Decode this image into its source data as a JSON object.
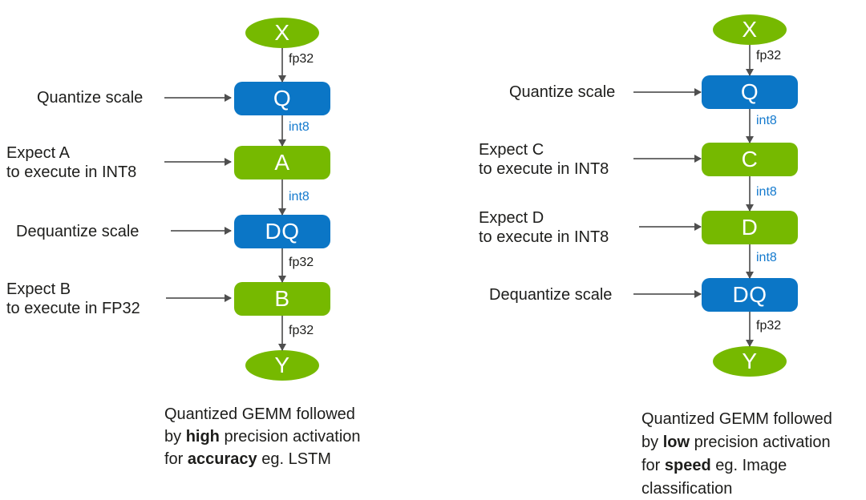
{
  "colors": {
    "green": "#76b900",
    "blue": "#0b76c6",
    "arrow_line": "#6e6e6e",
    "arrow_head": "#4f4f4f",
    "int8_text": "#147ace",
    "text": "#1d1d1b"
  },
  "diagrams": [
    {
      "side": "left",
      "nodes": [
        {
          "shape": "ellipse",
          "color": "green",
          "label": "X"
        },
        {
          "shape": "box",
          "color": "blue",
          "label": "Q"
        },
        {
          "shape": "box",
          "color": "green",
          "label": "A"
        },
        {
          "shape": "box",
          "color": "blue",
          "label": "DQ"
        },
        {
          "shape": "box",
          "color": "green",
          "label": "B"
        },
        {
          "shape": "ellipse",
          "color": "green",
          "label": "Y"
        }
      ],
      "edges": [
        {
          "label": "fp32"
        },
        {
          "label": "int8"
        },
        {
          "label": "int8"
        },
        {
          "label": "fp32"
        },
        {
          "label": "fp32"
        }
      ],
      "side_labels": [
        {
          "lines": [
            "Quantize scale",
            ""
          ]
        },
        {
          "lines": [
            "Expect A",
            "to execute in INT8"
          ]
        },
        {
          "lines": [
            "Dequantize scale",
            ""
          ]
        },
        {
          "lines": [
            "Expect B",
            "to execute in FP32"
          ]
        }
      ],
      "caption": {
        "lines": [
          [
            {
              "t": "Quantized GEMM followed"
            }
          ],
          [
            {
              "t": "by "
            },
            {
              "t": "high"
            },
            {
              "t": " precision activation"
            }
          ],
          [
            {
              "t": "for "
            },
            {
              "t": "accuracy"
            },
            {
              "t": " eg. LSTM"
            }
          ]
        ]
      }
    },
    {
      "side": "right",
      "nodes": [
        {
          "shape": "ellipse",
          "color": "green",
          "label": "X"
        },
        {
          "shape": "box",
          "color": "blue",
          "label": "Q"
        },
        {
          "shape": "box",
          "color": "green",
          "label": "C"
        },
        {
          "shape": "box",
          "color": "green",
          "label": "D"
        },
        {
          "shape": "box",
          "color": "blue",
          "label": "DQ"
        },
        {
          "shape": "ellipse",
          "color": "green",
          "label": "Y"
        }
      ],
      "edges": [
        {
          "label": "fp32"
        },
        {
          "label": "int8"
        },
        {
          "label": "int8"
        },
        {
          "label": "int8"
        },
        {
          "label": "fp32"
        }
      ],
      "side_labels": [
        {
          "lines": [
            "Quantize scale",
            ""
          ]
        },
        {
          "lines": [
            "Expect C",
            "to execute in INT8"
          ]
        },
        {
          "lines": [
            "Expect D",
            "to execute in INT8"
          ]
        },
        {
          "lines": [
            "Dequantize scale",
            ""
          ]
        }
      ],
      "caption": {
        "lines": [
          [
            {
              "t": "Quantized GEMM followed"
            }
          ],
          [
            {
              "t": "by "
            },
            {
              "t": "low"
            },
            {
              "t": " precision activation"
            }
          ],
          [
            {
              "t": "for "
            },
            {
              "t": "speed"
            },
            {
              "t": " eg. Image"
            }
          ],
          [
            {
              "t": "classification"
            }
          ]
        ]
      }
    }
  ]
}
